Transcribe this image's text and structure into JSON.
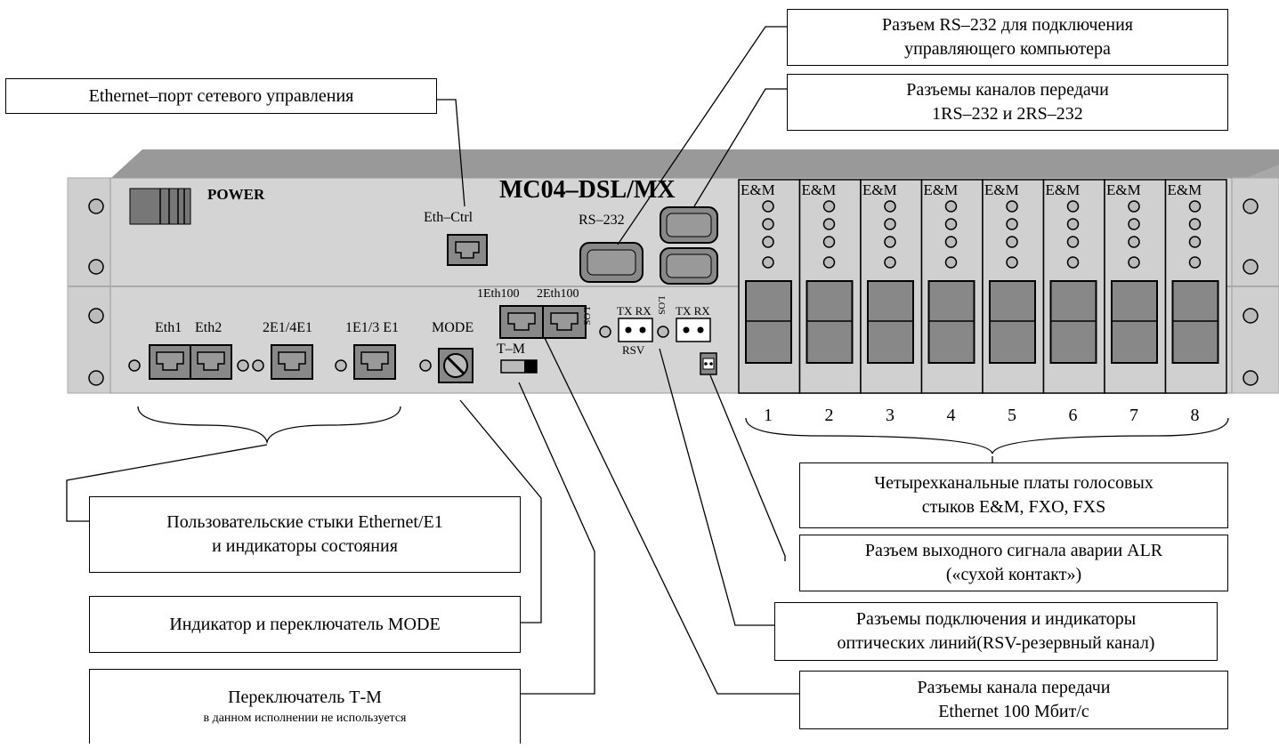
{
  "device": {
    "model": "MC04–DSL/MX",
    "power_label": "POWER",
    "eth_ctrl_label": "Eth–Ctrl",
    "rs232_label": "RS–232",
    "port_labels": [
      "Eth1",
      "Eth2",
      "2E1/4E1",
      "1E1/3 E1"
    ],
    "mode_label": "MODE",
    "tm_label": "T–M",
    "eth100_labels": [
      "1Eth100",
      "2Eth100"
    ],
    "los_label": "LOS",
    "txrx_label": "TX RX",
    "rsv_label": "RSV",
    "card_label": "E&M",
    "slot_numbers": [
      "1",
      "2",
      "3",
      "4",
      "5",
      "6",
      "7",
      "8"
    ]
  },
  "callouts": {
    "eth_mgmt": "Ethernet–порт сетевого управления",
    "rs232_line1": "Разъем RS–232 для подключения",
    "rs232_line2": "управляющего компьютера",
    "channels_line1": "Разъемы каналов передачи",
    "channels_line2": "1RS–232  и 2RS–232",
    "user_line1": "Пользовательские стыки  Ethernet/E1",
    "user_line2": "и индикаторы состояния",
    "mode": "Индикатор и переключатель MODE",
    "tm_line1": "Переключатель Т-М",
    "tm_line2": "в данном исполнении не используется",
    "voice_line1": "Четырехканальные платы голосовых",
    "voice_line2": "стыков E&M, FXO, FXS",
    "alr_line1": "Разъем выходного сигнала аварии ALR",
    "alr_line2": "(«сухой контакт»)",
    "optical_line1": "Разъемы подключения и индикаторы",
    "optical_line2": "оптических линий(RSV-резервный канал)",
    "eth100_line1": "Разъемы канала передачи",
    "eth100_line2": "Ethernet 100 Мбит/с"
  }
}
